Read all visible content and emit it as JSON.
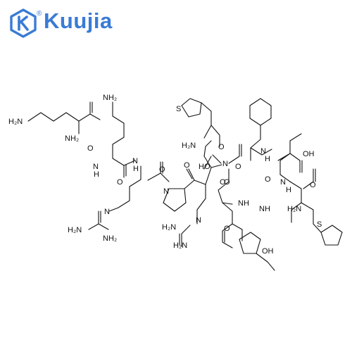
{
  "brand": {
    "name": "Kuujia",
    "logo_icon": "k-hexagon-logo-icon",
    "registered": "®",
    "color": "#3a7bd5"
  },
  "structure": {
    "bond_color": "#111111",
    "labels": {
      "h2n_left": "H₂N",
      "nh2_lys1": "NH₂",
      "nh_lys1": "N",
      "h_lys1": "H",
      "o_lys1": "O",
      "nh2_lys2": "NH₂",
      "n_lys2": "N",
      "h_lys2": "H",
      "o_lys2": "O",
      "n_arg1": "N",
      "h2n_arg1a": "H₂N",
      "h2n_arg1b": "NH₂",
      "n_pro": "N",
      "o_pro": "O",
      "o_ket": "O",
      "s_thio1": "S",
      "h2n_thio1": "H₂N",
      "ho_acid": "HO",
      "o_acid": "O",
      "n_center": "N",
      "o_center": "O",
      "o_phe": "O",
      "nh_phe": "N",
      "h_phe": "H",
      "oh_ser": "OH",
      "o_ser": "O",
      "nh_ser": "N",
      "h_ser": "H",
      "h2n_thio2": "H₂N",
      "o_thio2": "O",
      "s_thio2": "S",
      "n_arg2": "N",
      "h2n_arg2a": "H₂N",
      "h2n_arg2b": "H₂N",
      "o_gly": "O",
      "nh_gly": "N",
      "h_gly": "H",
      "o_hyp": "O",
      "nh_hyp": "N",
      "h_hyp": "H",
      "oh_hyp": "OH"
    }
  }
}
